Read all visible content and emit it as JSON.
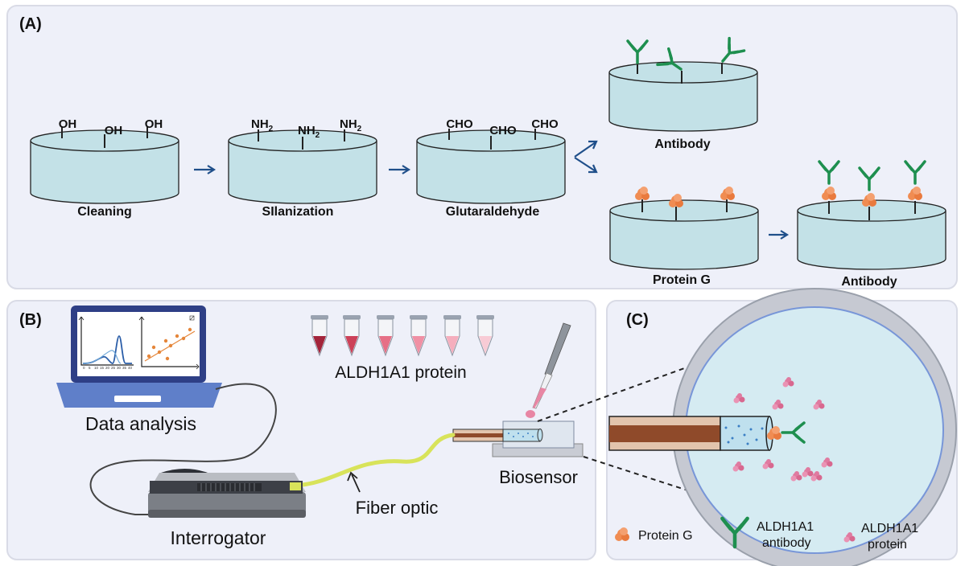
{
  "panels": {
    "a": {
      "tag": "(A)",
      "steps": [
        {
          "label": "Cleaning",
          "groups": [
            "OH",
            "OH",
            "OH"
          ]
        },
        {
          "label": "SIlanization",
          "groups": [
            "NH",
            "NH",
            "NH"
          ],
          "subscript": "2"
        },
        {
          "label": "Glutaraldehyde",
          "groups": [
            "CHO",
            "CHO",
            "CHO"
          ]
        }
      ],
      "antibody_top_label": "Antibody",
      "protein_g_label": "Protein G",
      "antibody_bottom_label": "Antibody"
    },
    "b": {
      "tag": "(B)",
      "data_analysis": "Data analysis",
      "aldh_protein": "ALDH1A1 protein",
      "biosensor": "Biosensor",
      "fiber_optic": "Fiber optic",
      "interrogator": "Interrogator",
      "screen_ticks": [
        "0",
        "5",
        "10",
        "15",
        "20",
        "25",
        "30",
        "35",
        "40"
      ]
    },
    "c": {
      "tag": "(C)",
      "legend": {
        "protein_g": "Protein G",
        "antibody_line1": "ALDH1A1",
        "antibody_line2": "antibody",
        "protein_line1": "ALDH1A1",
        "protein_line2": "protein"
      }
    }
  },
  "colors": {
    "panel_bg": "#eef0f9",
    "panel_border": "#d9dbe6",
    "cylinder_fill": "#c3e1e7",
    "cylinder_stroke": "#222222",
    "arrow": "#1f4f8a",
    "antibody": "#1e8f4f",
    "protein_g": "#f08c52",
    "aldh_protein": "#e07aa0",
    "fiber": "#d8e35a",
    "laptop": "#5f7fc9"
  }
}
